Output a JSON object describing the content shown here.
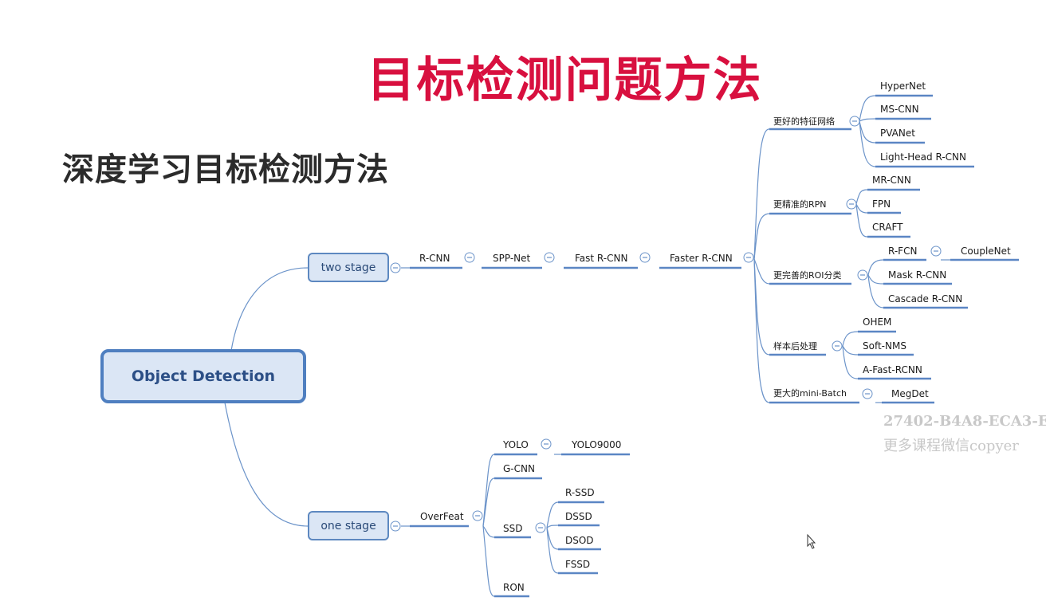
{
  "title": "目标检测问题方法",
  "subtitle": "深度学习目标检测方法",
  "root": "Object Detection",
  "two_stage": {
    "label": "two stage",
    "chain": [
      "R-CNN",
      "SPP-Net",
      "Fast R-CNN",
      "Faster R-CNN"
    ],
    "groups": [
      {
        "label": "更好的特征网络",
        "children": [
          "HyperNet",
          "MS-CNN",
          "PVANet",
          "Light-Head R-CNN"
        ]
      },
      {
        "label": "更精准的RPN",
        "children": [
          "MR-CNN",
          "FPN",
          "CRAFT"
        ]
      },
      {
        "label": "更完善的ROI分类",
        "children": [
          "R-FCN",
          "Mask R-CNN",
          "Cascade R-CNN"
        ],
        "sub": "CoupleNet"
      },
      {
        "label": "样本后处理",
        "children": [
          "OHEM",
          "Soft-NMS",
          "A-Fast-RCNN"
        ]
      },
      {
        "label": "更大的mini-Batch",
        "children": [
          "MegDet"
        ]
      }
    ]
  },
  "one_stage": {
    "label": "one stage",
    "overfeat": "OverFeat",
    "yolo": "YOLO",
    "yolo9000": "YOLO9000",
    "gcnn": "G-CNN",
    "ssd": "SSD",
    "ssd_children": [
      "R-SSD",
      "DSSD",
      "DSOD",
      "FSSD"
    ],
    "ron": "RON"
  },
  "watermark": {
    "line1": "27402-B4A8-ECA3-E",
    "line2": "更多课程微信copyer"
  },
  "colors": {
    "title": "#d8103f",
    "line": "#5b86c4",
    "box_fill": "#dbe6f5",
    "box_border": "#5d88c0"
  }
}
